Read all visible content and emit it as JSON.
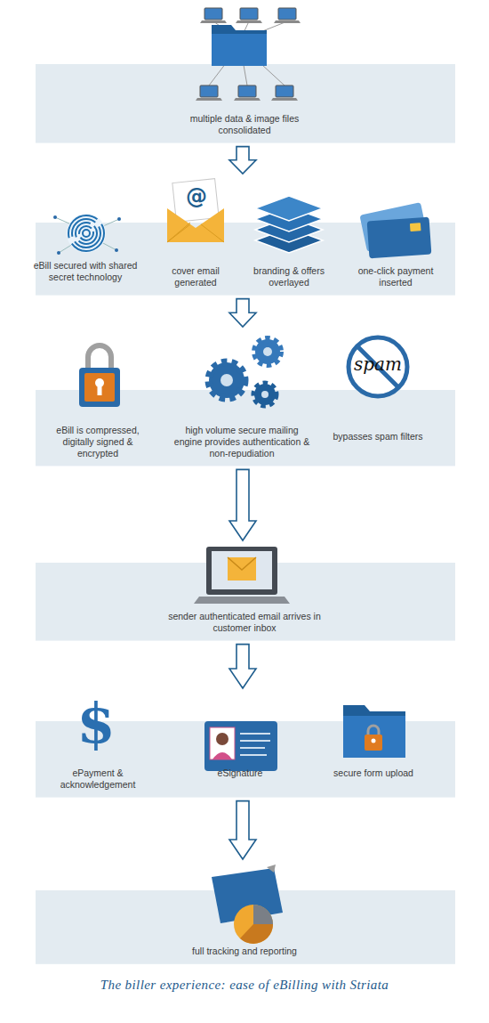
{
  "diagram": {
    "caption": "The biller experience: ease of eBilling with Striata",
    "nodes": [
      {
        "text": [
          "multiple data & image files consolidated"
        ]
      },
      {
        "text": [
          "eBill secured with shared secret technology",
          "cover email generated",
          "branding & offers overlayed",
          "one-click payment inserted"
        ]
      },
      {
        "text": [
          "eBill is compressed, digitally signed & encrypted",
          "high volume secure mailing engine provides authentication & non-repudiation",
          "bypasses spam filters"
        ]
      },
      {
        "text": [
          "sender authenticated email arrives in customer inbox"
        ]
      },
      {
        "text": [
          "ePayment & acknowledgement",
          "eSignature",
          "secure form upload"
        ]
      },
      {
        "text": [
          "full tracking and reporting"
        ]
      }
    ],
    "edges": [
      {
        "from": 0,
        "to": 1,
        "arrow": "to"
      },
      {
        "from": 1,
        "to": 2,
        "arrow": "to"
      },
      {
        "from": 2,
        "to": 3,
        "arrow": "to"
      },
      {
        "from": 3,
        "to": 4,
        "arrow": "to"
      },
      {
        "from": 4,
        "to": 5,
        "arrow": "to"
      }
    ],
    "labels": [
      "@",
      "spam",
      "$"
    ]
  }
}
